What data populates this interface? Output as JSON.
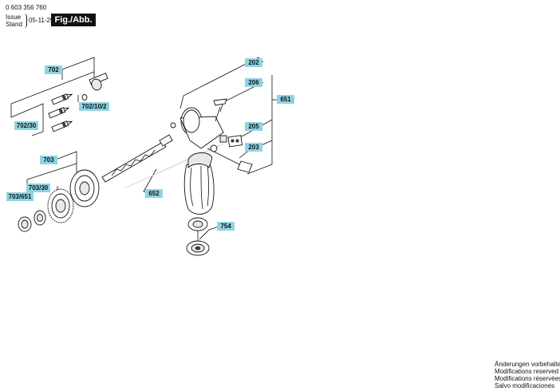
{
  "header": {
    "part_number": "0 603 356 760",
    "issue_label": "Issue",
    "stand_label": "Stand",
    "issue_date": "05-11-25",
    "figure_label": "Fig./Abb. 2"
  },
  "callouts": {
    "c202": "202",
    "c206": "206",
    "c651": "651",
    "c205": "205",
    "c203": "203",
    "c652": "652",
    "c754": "754",
    "c702": "702",
    "c702_30": "702/30",
    "c702_10_2": "702/10/2",
    "c703": "703",
    "c703_30": "703/30",
    "c703_651": "703/651"
  },
  "notes": [
    "Änderungen vorbehalten",
    "Modifications reserved",
    "Modifications réservées",
    "Salvo modificaciones"
  ]
}
